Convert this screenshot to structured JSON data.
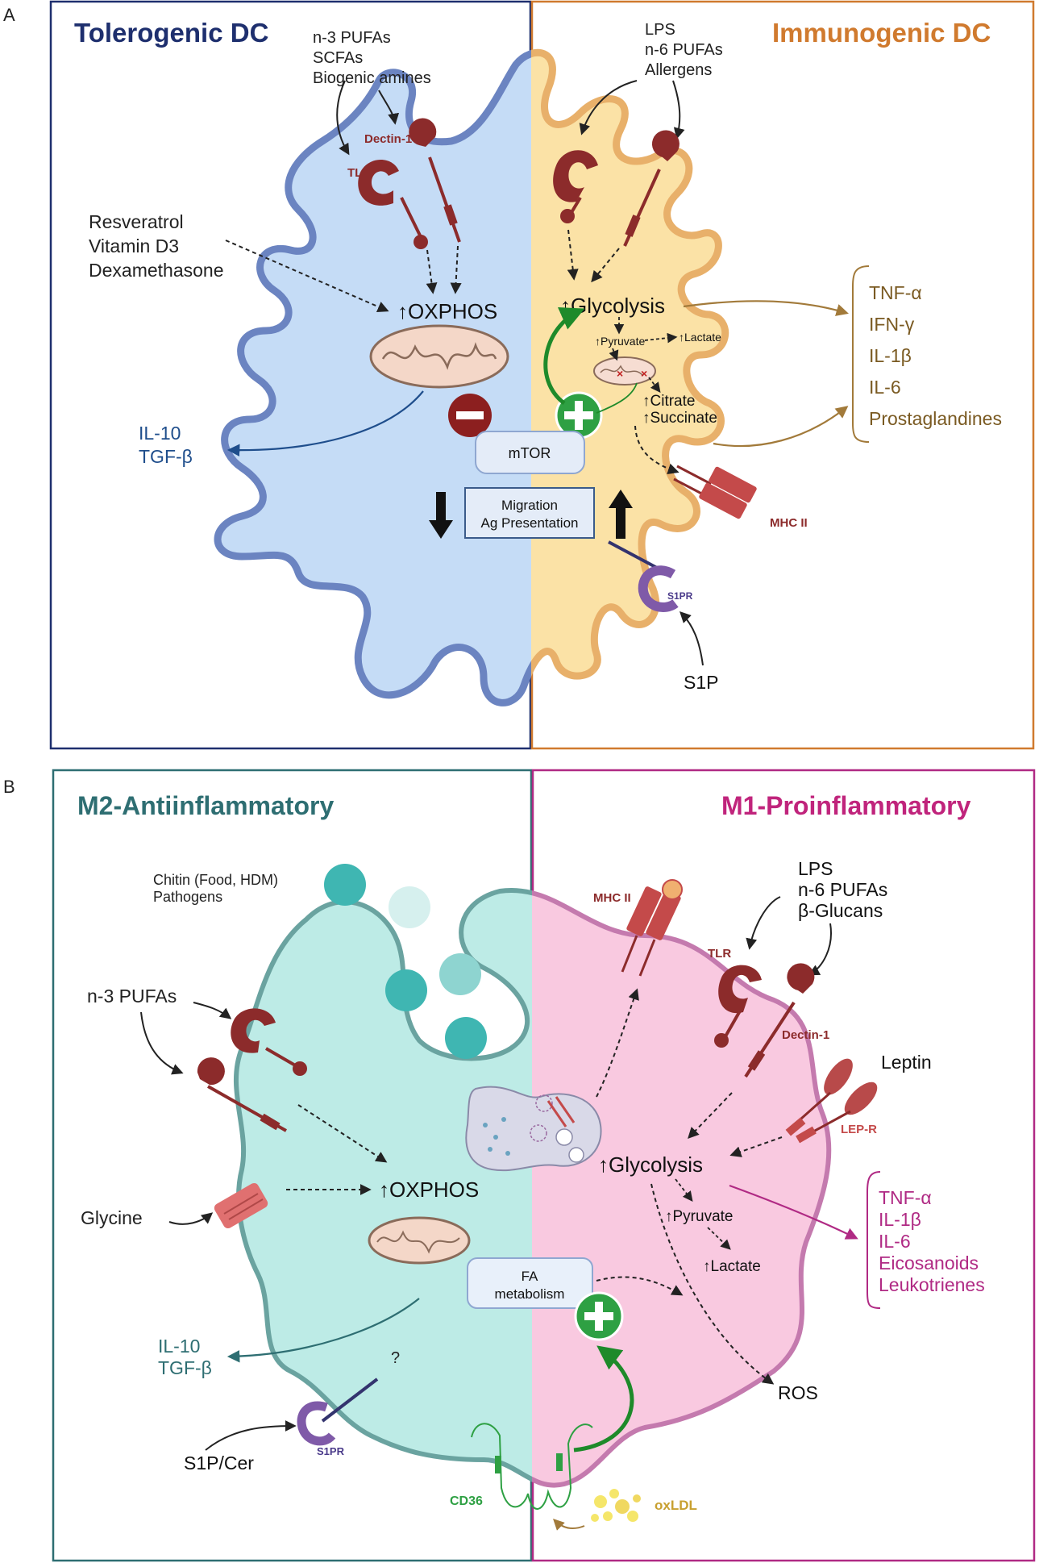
{
  "panel_a": {
    "letter": "A",
    "left_title": "Tolerogenic DC",
    "right_title": "Immunogenic DC",
    "left_stimuli": [
      "n-3 PUFAs",
      "SCFAs",
      "Biogenic amines"
    ],
    "right_stimuli": [
      "LPS",
      "n-6 PUFAs",
      "Allergens"
    ],
    "drugs": [
      "Resveratrol",
      "Vitamin D3",
      "Dexamethasone"
    ],
    "dectin1": "Dectin-1",
    "tlr": "TLR",
    "oxphos": "↑OXPHOS",
    "glycolysis": "↑Glycolysis",
    "pyruvate": "↑Pyruvate",
    "lactate": "↑Lactate",
    "citrate": "↑Citrate",
    "succinate": "↑Succinate",
    "left_outputs": [
      "IL-10",
      "TGF-β"
    ],
    "right_outputs": [
      "TNF-α",
      "IFN-γ",
      "IL-1β",
      "IL-6",
      "Prostaglandines"
    ],
    "mtor": "mTOR",
    "migration": [
      "Migration",
      "Ag Presentation"
    ],
    "mhc2": "MHC II",
    "s1pr": "S1PR",
    "s1p": "S1P"
  },
  "panel_b": {
    "letter": "B",
    "left_title": "M2-Antiinflammatory",
    "right_title": "M1-Proinflammatory",
    "chitin": [
      "Chitin (Food, HDM)",
      "Pathogens"
    ],
    "n3": "n-3 PUFAs",
    "glycine": "Glycine",
    "oxphos": "↑OXPHOS",
    "fa": [
      "FA",
      "metabolism"
    ],
    "left_outputs": [
      "IL-10",
      "TGF-β"
    ],
    "question": "?",
    "s1pr": "S1PR",
    "s1p_cer": "S1P/Cer",
    "cd36": "CD36",
    "oxldl": "oxLDL",
    "mhc2": "MHC II",
    "right_stimuli": [
      "LPS",
      "n-6 PUFAs",
      "β-Glucans"
    ],
    "tlr": "TLR",
    "dectin1": "Dectin-1",
    "leptin": "Leptin",
    "lepr": "LEP-R",
    "glycolysis": "↑Glycolysis",
    "pyruvate": "↑Pyruvate",
    "lactate": "↑Lactate",
    "ros": "ROS",
    "right_outputs": [
      "TNF-α",
      "IL-1β",
      "IL-6",
      "Eicosanoids",
      "Leukotrienes"
    ]
  },
  "colors": {
    "tolerogenic_title": "#1e2f6e",
    "immunogenic_title": "#d07a2e",
    "m2_title": "#2e6e72",
    "m1_title": "#c0247c",
    "receptor": "#8c2b2b",
    "dc_left_fill": "#c5dcf6",
    "dc_right_fill": "#fbe2a6",
    "mac_left_fill": "#bdebe6",
    "mac_right_fill": "#f9c9e0"
  }
}
